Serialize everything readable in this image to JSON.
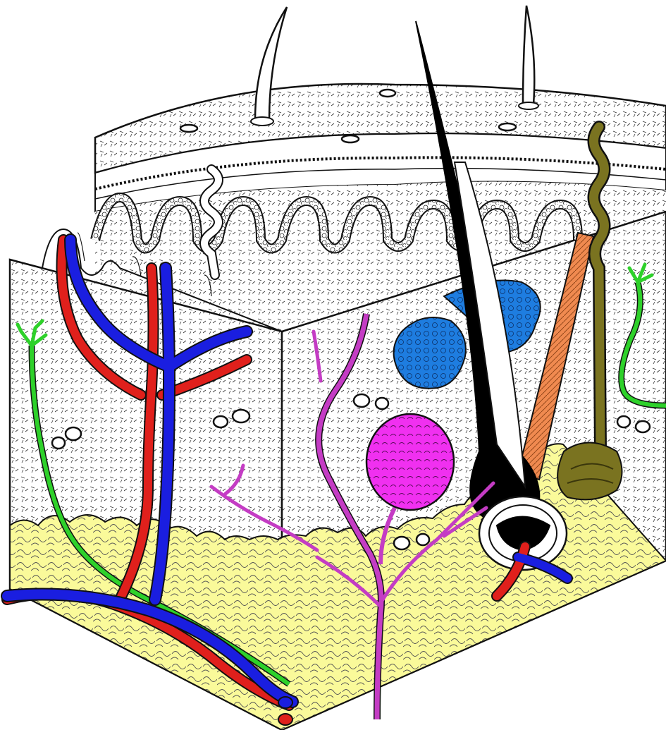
{
  "diagram": {
    "structures": [
      "hair-shafts",
      "epidermis",
      "dermal-papillae",
      "sweat-duct",
      "dermis",
      "artery",
      "vein",
      "capillary-loops",
      "lymph-vessel",
      "nerve",
      "sebaceous-gland",
      "arrector-pili-muscle",
      "hair-follicle",
      "hair-bulb",
      "sweat-gland",
      "pacinian-corpuscles",
      "subcutaneous-fat"
    ],
    "colors": {
      "artery": "#e0201c",
      "vein": "#1a1ee0",
      "lymph": "#2ed12a",
      "nerve": "#c43cc4",
      "sebaceous_gland": "#1e7de0",
      "vesicle": "#f030f0",
      "arrector_muscle": "#f08a50",
      "sweat_gland": "#7a7320",
      "fat": "#fafa9a",
      "hair": "#000000",
      "tissue": "#ffffff",
      "outline": "#111111"
    }
  }
}
